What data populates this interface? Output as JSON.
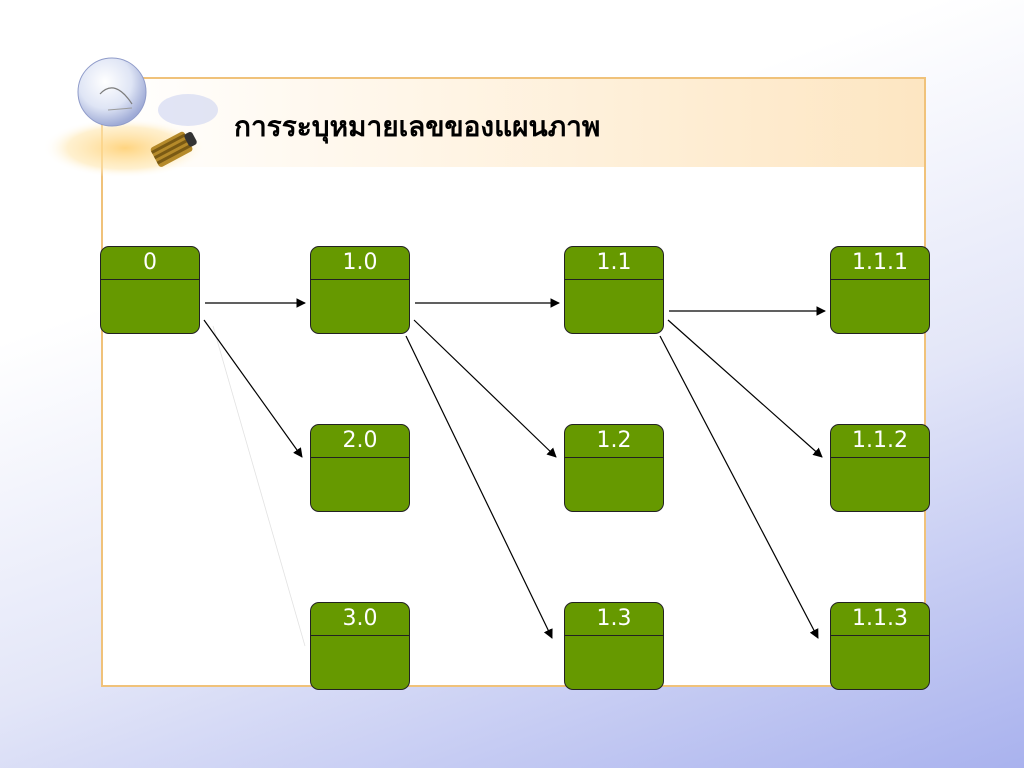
{
  "title": "การระบุหมายเลขของแผนภาพ",
  "icons": {
    "decoration": "lightbulb-icon"
  },
  "colors": {
    "node_fill": "#669900",
    "node_text": "#ffffff",
    "frame_border": "#f0c27a",
    "title_band": "#fde6c2"
  },
  "nodes": [
    {
      "id": "0",
      "label": "0"
    },
    {
      "id": "1.0",
      "label": "1.0"
    },
    {
      "id": "2.0",
      "label": "2.0"
    },
    {
      "id": "3.0",
      "label": "3.0"
    },
    {
      "id": "1.1",
      "label": "1.1"
    },
    {
      "id": "1.2",
      "label": "1.2"
    },
    {
      "id": "1.3",
      "label": "1.3"
    },
    {
      "id": "1.1.1",
      "label": "1.1.1"
    },
    {
      "id": "1.1.2",
      "label": "1.1.2"
    },
    {
      "id": "1.1.3",
      "label": "1.1.3"
    }
  ],
  "edges": [
    {
      "from": "0",
      "to": "1.0"
    },
    {
      "from": "0",
      "to": "2.0"
    },
    {
      "from": "1.0",
      "to": "1.1"
    },
    {
      "from": "1.0",
      "to": "1.2"
    },
    {
      "from": "1.0",
      "to": "1.3"
    },
    {
      "from": "1.1",
      "to": "1.1.1"
    },
    {
      "from": "1.1",
      "to": "1.1.2"
    },
    {
      "from": "1.1",
      "to": "1.1.3"
    }
  ]
}
